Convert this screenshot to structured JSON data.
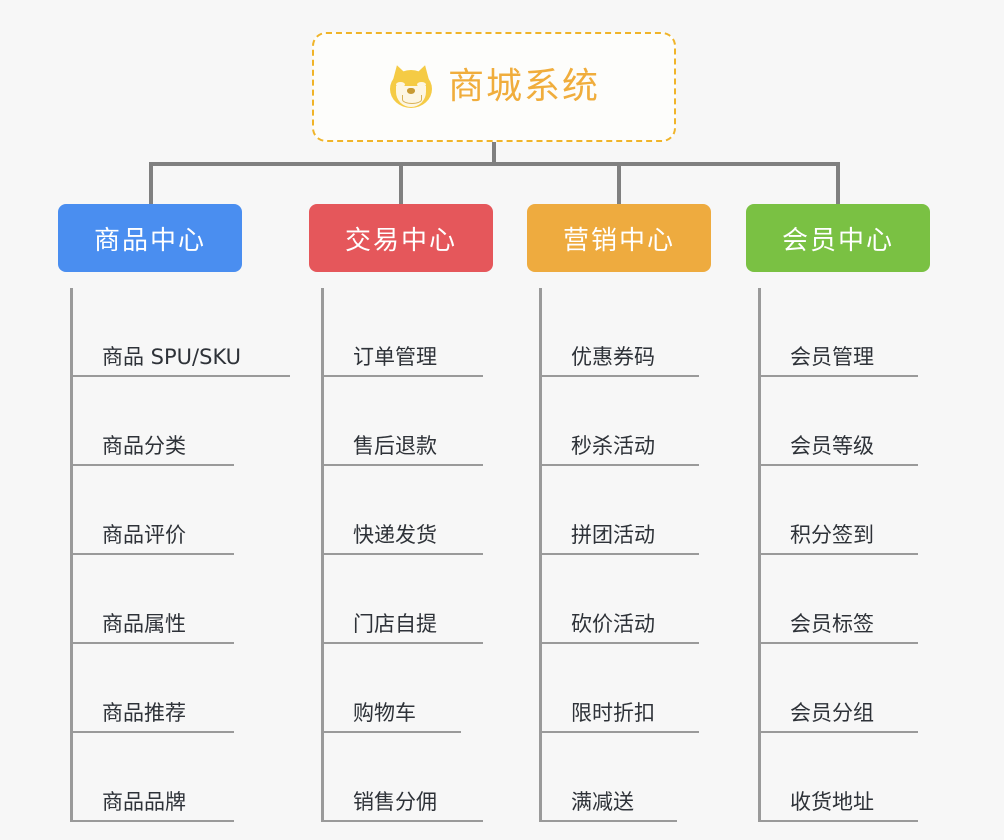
{
  "page": {
    "background_color": "#f7f7f7",
    "line_color": "#808080",
    "leaf_line_color": "#9a9a9a",
    "leaf_text_color": "#2e3238"
  },
  "root": {
    "title": "商城系统",
    "icon": "shiba-dog-face-emoji",
    "text_color": "#f0ad3c",
    "border_color": "#f0b429",
    "background_color": "#fdfdfb"
  },
  "categories": [
    {
      "label": "商品中心",
      "color": "#4a8ef0",
      "items": [
        "商品 SPU/SKU",
        "商品分类",
        "商品评价",
        "商品属性",
        "商品推荐",
        "商品品牌"
      ]
    },
    {
      "label": "交易中心",
      "color": "#e5575b",
      "items": [
        "订单管理",
        "售后退款",
        "快递发货",
        "门店自提",
        "购物车",
        "销售分佣"
      ]
    },
    {
      "label": "营销中心",
      "color": "#eeab3f",
      "items": [
        "优惠券码",
        "秒杀活动",
        "拼团活动",
        "砍价活动",
        "限时折扣",
        "满减送"
      ]
    },
    {
      "label": "会员中心",
      "color": "#7ac143",
      "items": [
        "会员管理",
        "会员等级",
        "积分签到",
        "会员标签",
        "会员分组",
        "收货地址"
      ]
    }
  ]
}
